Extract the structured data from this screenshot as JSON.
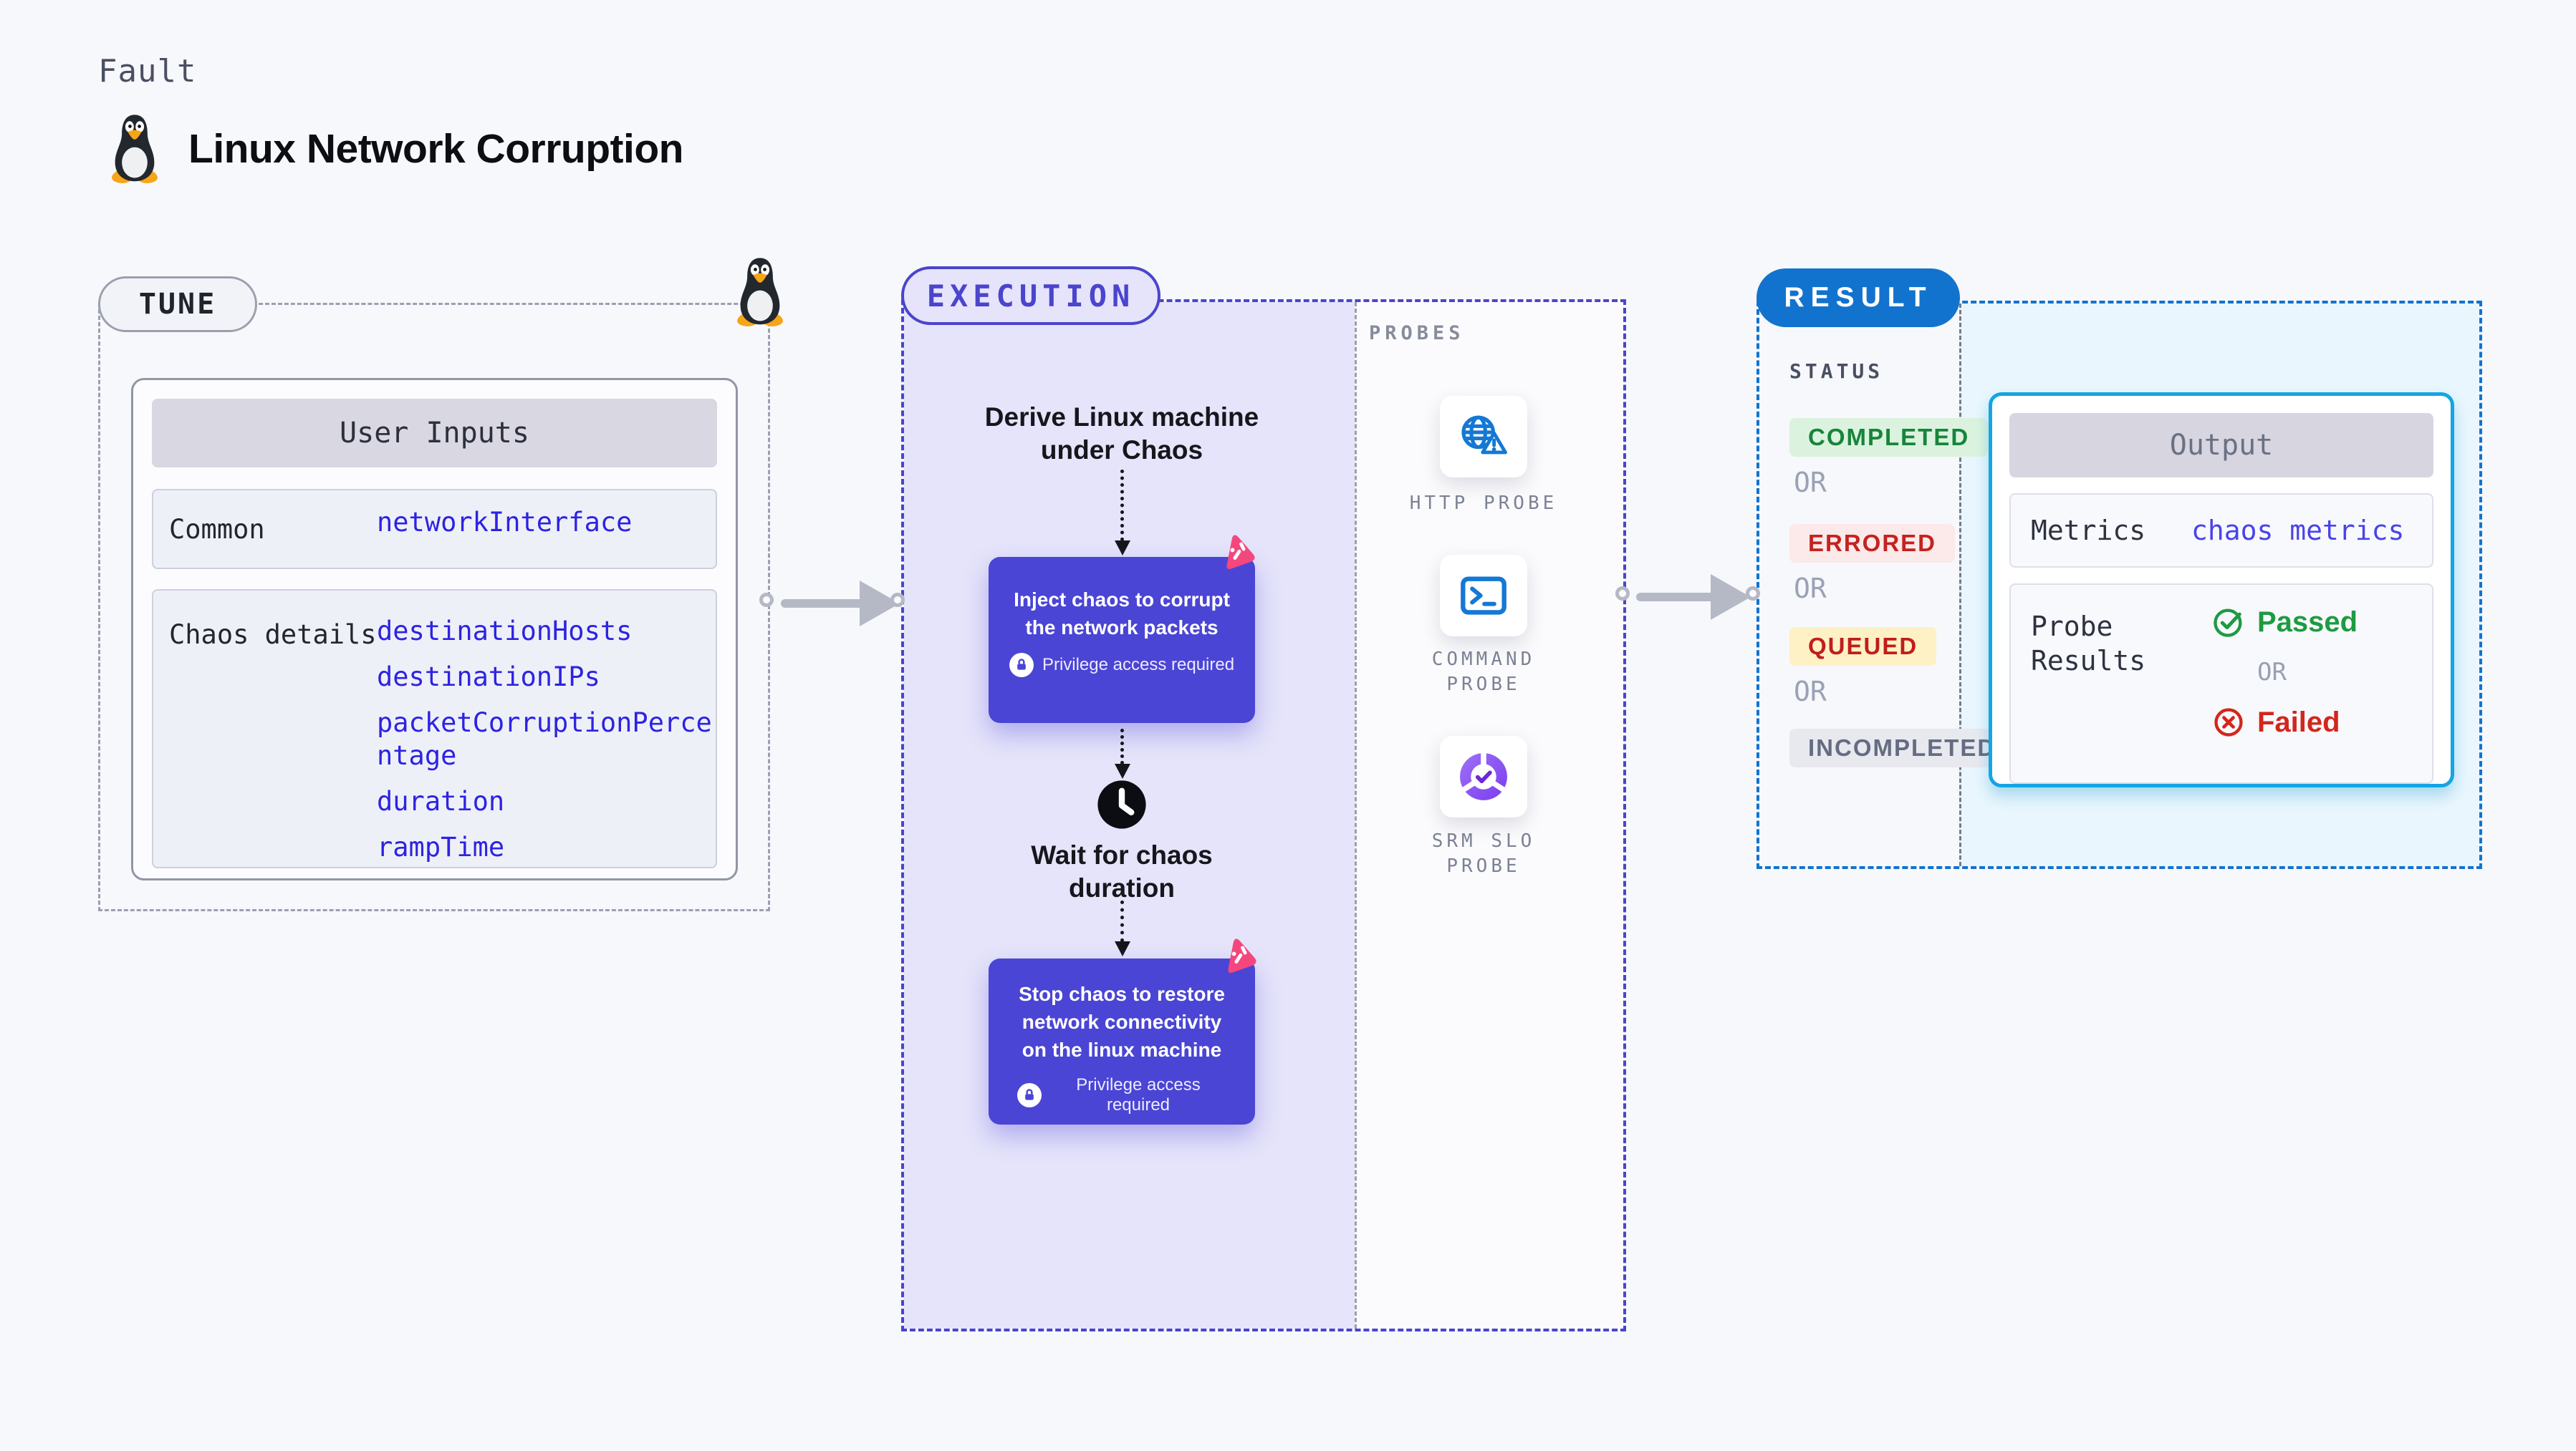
{
  "header": {
    "fault_label": "Fault",
    "title": "Linux Network Corruption",
    "title_icon": "linux-tux-icon"
  },
  "tune": {
    "pill": "TUNE",
    "corner_icon": "linux-tux-icon",
    "user_inputs": {
      "header": "User Inputs",
      "value_color": "#2d23e2",
      "rows": [
        {
          "label": "Common",
          "values": [
            "networkInterface"
          ]
        },
        {
          "label": "Chaos details",
          "values": [
            "destinationHosts",
            "destinationIPs",
            "packetCorruptionPercentage",
            "duration",
            "rampTime"
          ]
        }
      ]
    }
  },
  "execution": {
    "pill": "EXECUTION",
    "accent_color": "#4b44cd",
    "panel_color": "#e5e4fa",
    "step_box_color": "#4a45d4",
    "chaos_icon": "chaos-pinwheel-icon",
    "steps": {
      "derive": "Derive Linux machine under Chaos",
      "inject": "Inject chaos to corrupt the network packets",
      "wait": "Wait for chaos duration",
      "stop": "Stop chaos to restore network connectivity on the linux machine"
    },
    "privilege_note": "Privilege access required"
  },
  "probes": {
    "label": "PROBES",
    "items": [
      {
        "label": "HTTP PROBE",
        "icon": "globe-warning-icon"
      },
      {
        "label": "COMMAND PROBE",
        "icon": "terminal-icon"
      },
      {
        "label": "SRM SLO PROBE",
        "icon": "pie-check-icon"
      }
    ]
  },
  "result": {
    "pill": "RESULT",
    "accent_color": "#1273ce",
    "status_label": "STATUS",
    "or_label": "OR",
    "statuses": [
      {
        "label": "COMPLETED",
        "bg": "#dbf3de",
        "fg": "#17843b"
      },
      {
        "label": "ERRORED",
        "bg": "#fce9e9",
        "fg": "#c32320"
      },
      {
        "label": "QUEUED",
        "bg": "#fdf1c5",
        "fg": "#c11d1b"
      },
      {
        "label": "INCOMPLETED",
        "bg": "#e8e9ef",
        "fg": "#656c82"
      }
    ],
    "output": {
      "header": "Output",
      "metrics_label": "Metrics",
      "metrics_value": "chaos metrics",
      "probe_results_label": "Probe Results",
      "passed_label": "Passed",
      "or_label": "OR",
      "failed_label": "Failed",
      "passed_color": "#1d9b41",
      "failed_color": "#d3261c",
      "card_border_color": "#14a5e2"
    }
  }
}
